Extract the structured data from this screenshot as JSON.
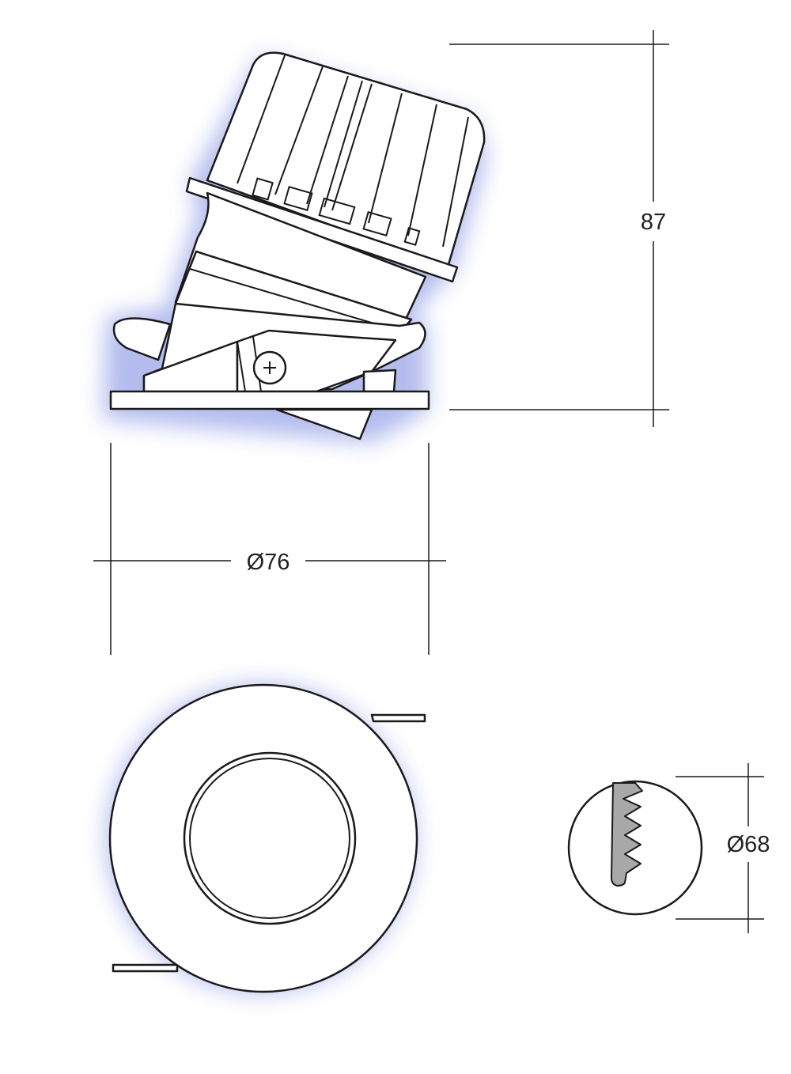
{
  "dimensions": {
    "height_label": "87",
    "trim_diameter_label": "Ø76",
    "cutout_diameter_label": "Ø68"
  },
  "colors": {
    "line": "#1a1a1a",
    "halo": "#9aa6e8",
    "fill": "#ffffff",
    "saw_fill": "#a8a8a8"
  }
}
